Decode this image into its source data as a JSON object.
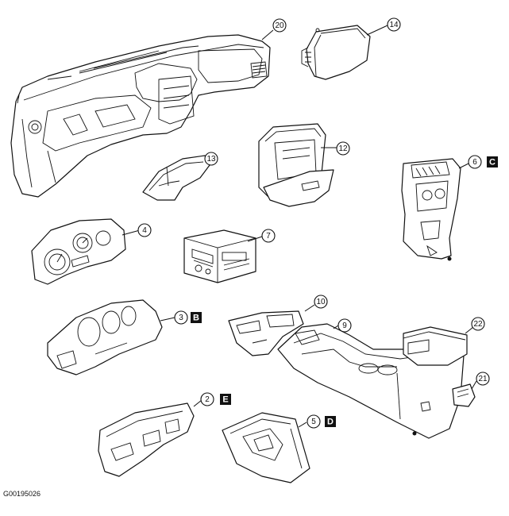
{
  "figure_code": "G00195026",
  "callouts": [
    "20",
    "14",
    "13",
    "12",
    "6",
    "4",
    "7",
    "3",
    "10",
    "9",
    "22",
    "21",
    "2",
    "5"
  ],
  "badges": [
    "C",
    "B",
    "E",
    "D"
  ]
}
